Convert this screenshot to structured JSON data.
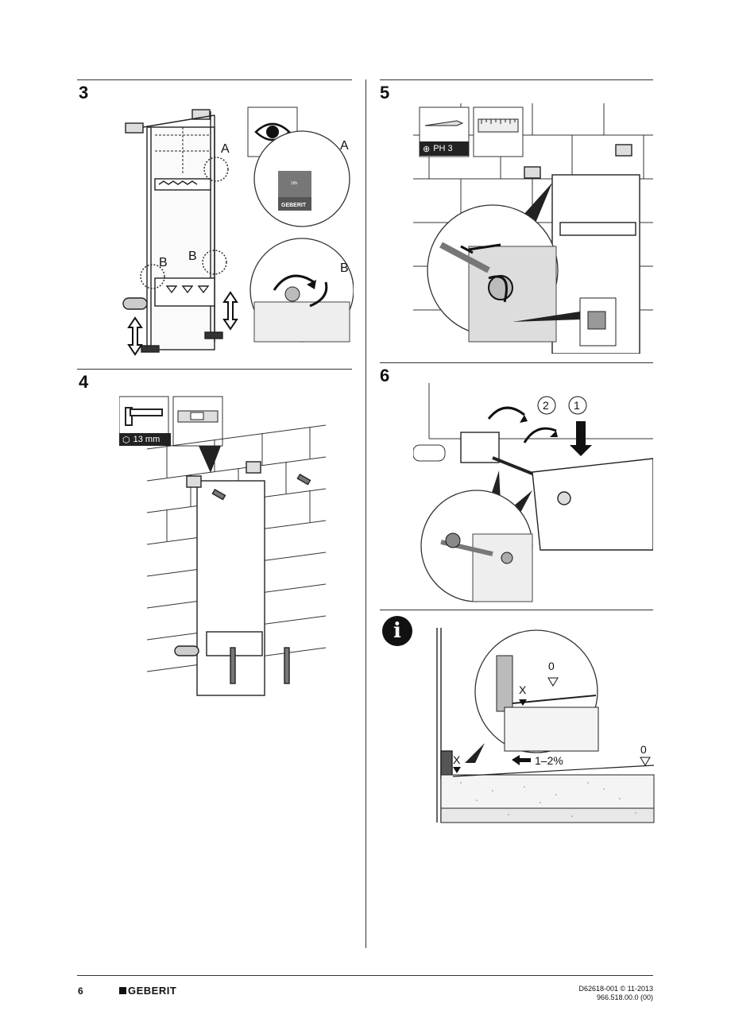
{
  "steps": [
    {
      "number": "3",
      "callouts": [
        "A",
        "A",
        "B",
        "B",
        "B"
      ]
    },
    {
      "number": "4",
      "tool_label": "13 mm"
    },
    {
      "number": "5",
      "tool_label": "PH 3"
    },
    {
      "number": "6",
      "callouts": [
        "2",
        "1"
      ]
    }
  ],
  "info": {
    "labels": {
      "zero_top": "0",
      "x_top": "X",
      "x_bottom": "X",
      "zero_bottom": "0",
      "slope": "1–2%"
    }
  },
  "panel3": {
    "badge_text": "GEBERIT",
    "small_text": "18h"
  },
  "footer": {
    "page_number": "6",
    "brand": "GEBERIT",
    "doc_ref": "D62618-001 © 11-2013",
    "part_no": "966.518.00.0 (00)"
  },
  "icons": [
    "eye-icon",
    "screwdriver-icon",
    "ruler-icon",
    "wrench-icon",
    "level-icon",
    "info-icon",
    "hex-icon",
    "phillips-icon"
  ]
}
